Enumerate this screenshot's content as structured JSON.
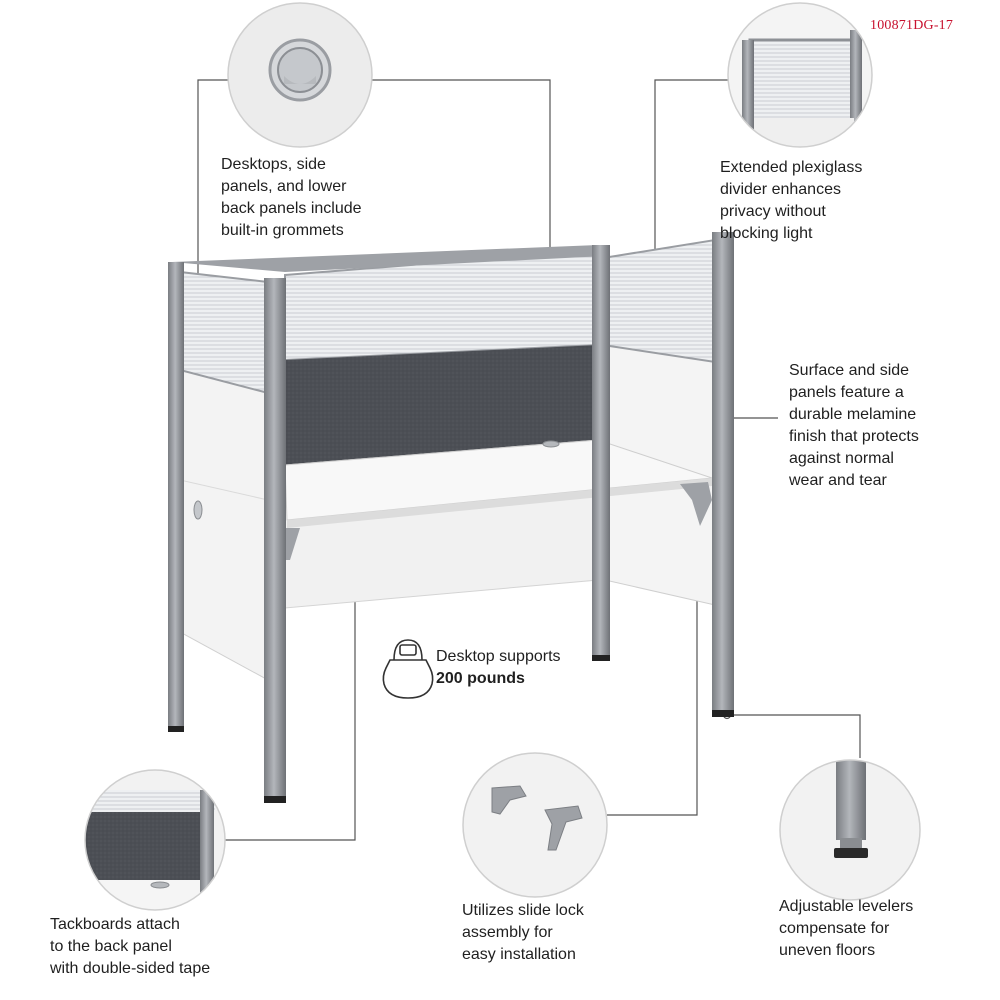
{
  "product_code": "100871DG-17",
  "callouts": {
    "grommets": [
      "Desktops, side",
      "panels, and lower",
      "back panels include",
      "built-in grommets"
    ],
    "plexiglass": [
      "Extended plexiglass",
      "divider enhances",
      "privacy without",
      "blocking light"
    ],
    "melamine": [
      "Surface and side",
      "panels feature a",
      "durable melamine",
      "finish that protects",
      "against normal",
      "wear and tear"
    ],
    "desktop_support": {
      "line1": "Desktop supports",
      "line2": "200 pounds"
    },
    "tackboards": [
      "Tackboards attach",
      "to the back panel",
      "with double-sided tape"
    ],
    "slide_lock": [
      "Utilizes slide lock",
      "assembly for",
      "easy installation"
    ],
    "levelers": [
      "Adjustable levelers",
      "compensate for",
      "uneven floors"
    ]
  },
  "icons": {
    "weight": "kettlebell-icon"
  },
  "colors": {
    "frame": "#8e9196",
    "frame_dark": "#6b6e73",
    "tackboard": "#4a4d52",
    "panel": "#f2f2f2",
    "glass": "#e4e6e9",
    "leader": "#555555",
    "code": "#c8102e"
  }
}
